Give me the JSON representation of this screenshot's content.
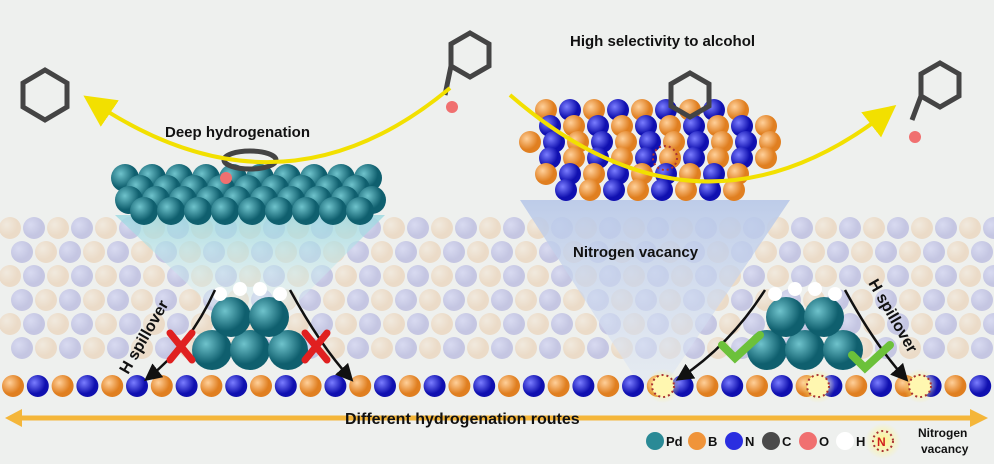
{
  "labels": {
    "deep_hydrogenation": "Deep hydrogenation",
    "high_selectivity": "High selectivity to alcohol",
    "nitrogen_vacancy": "Nitrogen vacancy",
    "h_spillover_left": "H spillover",
    "h_spillover_right": "H spillover",
    "routes": "Different hydrogenation routes",
    "vacancy_symbol": "N",
    "vacancy_sub": "V"
  },
  "legend": [
    {
      "label": "Pd",
      "color": "#2a8a96"
    },
    {
      "label": "B",
      "color": "#f0943a"
    },
    {
      "label": "N",
      "color": "#2a2ee0"
    },
    {
      "label": "C",
      "color": "#4a4a4a"
    },
    {
      "label": "O",
      "color": "#f07070"
    },
    {
      "label": "H",
      "color": "#ffffff"
    }
  ],
  "legend_vacancy": {
    "line1": "Nitrogen",
    "line2": "vacancy"
  },
  "colors": {
    "pd": "#1f7c8c",
    "b": "#f0943a",
    "n": "#2a2ee0",
    "arrow": "#f2e000",
    "route_arrow": "#f4b63a"
  }
}
